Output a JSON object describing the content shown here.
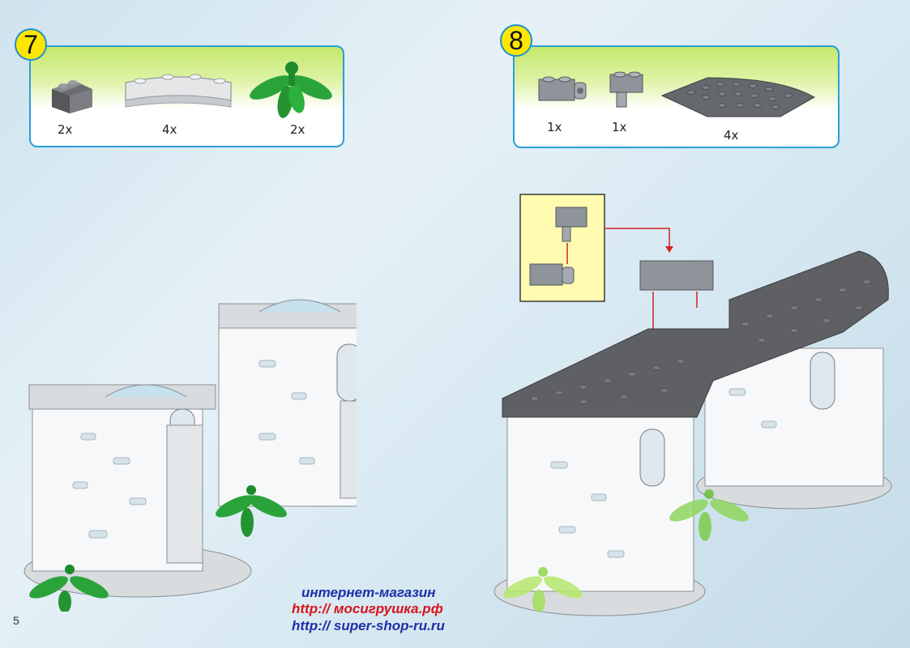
{
  "page": {
    "number": "5"
  },
  "steps": [
    {
      "number": "7",
      "parts": [
        {
          "icon": "slope-brick-icon",
          "qty": "2x"
        },
        {
          "icon": "arch-brick-icon",
          "qty": "4x"
        },
        {
          "icon": "palm-leaves-icon",
          "qty": "2x"
        }
      ]
    },
    {
      "number": "8",
      "parts": [
        {
          "icon": "hinge-brick-icon",
          "qty": "1x"
        },
        {
          "icon": "hinge-plate-icon",
          "qty": "1x"
        },
        {
          "icon": "round-plate-icon",
          "qty": "4x"
        }
      ]
    }
  ],
  "promo": {
    "line1": "интернет-магазин",
    "line2": "http:// мосигрушка.рф",
    "line3": "http:// super-shop-ru.ru"
  },
  "colors": {
    "panel_border": "#2a9fd6",
    "panel_green": "#c4e86a",
    "step_circle": "#ffe600",
    "brick_dark": "#5e6064",
    "brick_light": "#d9dcdf",
    "leaf_green": "#2aa43a",
    "callout_bg": "#fffbb0",
    "arrow_red": "#d42020"
  }
}
